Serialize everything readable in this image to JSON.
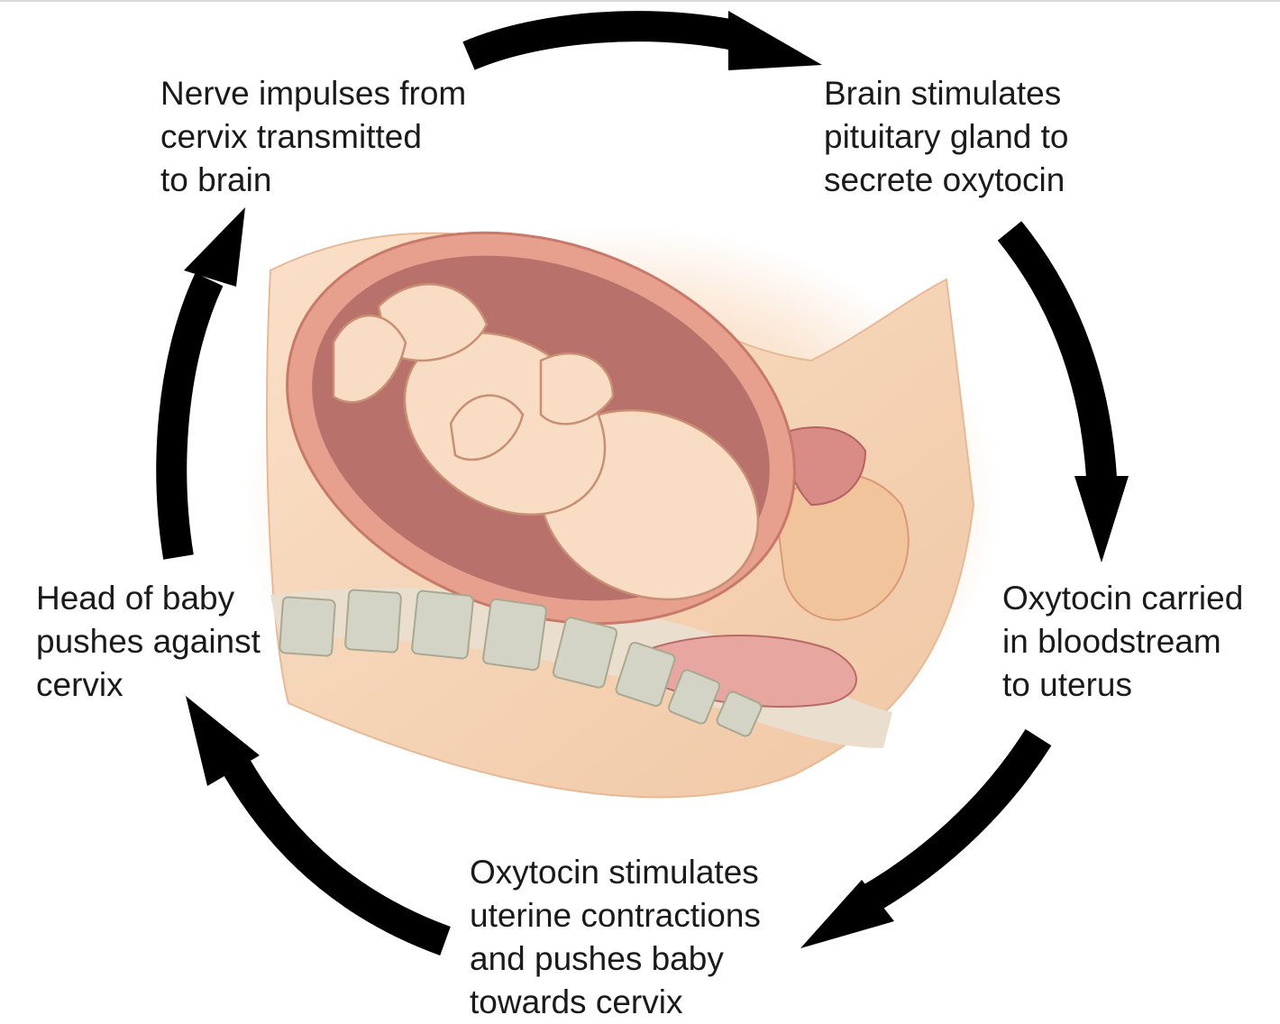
{
  "diagram": {
    "type": "positive feedback cycle",
    "direction": "clockwise",
    "colors": {
      "arrow": "#000000",
      "skin": "#f6d7b8",
      "uterus_wall": "#e29a85",
      "amniotic": "#b96a62",
      "spine": "#cfd0c0"
    },
    "steps": [
      {
        "id": "nerve",
        "lines": [
          "Nerve impulses from",
          "cervix transmitted",
          "to brain"
        ]
      },
      {
        "id": "brain",
        "lines": [
          "Brain stimulates",
          "pituitary gland to",
          "secrete oxytocin"
        ]
      },
      {
        "id": "carried",
        "lines": [
          "Oxytocin carried",
          "in bloodstream",
          "to uterus"
        ]
      },
      {
        "id": "stimulates",
        "lines": [
          "Oxytocin stimulates",
          "uterine contractions",
          "and pushes baby",
          "towards cervix"
        ]
      },
      {
        "id": "head",
        "lines": [
          "Head of baby",
          "pushes against",
          "cervix"
        ]
      }
    ]
  }
}
